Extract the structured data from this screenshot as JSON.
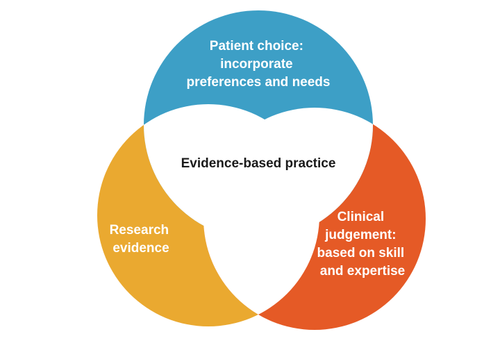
{
  "diagram": {
    "center_label": "Evidence-based practice",
    "circles": [
      {
        "id": "patient-choice",
        "lines": [
          "Patient choice:",
          "incorporate",
          "preferences and needs"
        ],
        "color": "#3d9fc6"
      },
      {
        "id": "research-evidence",
        "lines": [
          "Research",
          "evidence"
        ],
        "color": "#eaa930"
      },
      {
        "id": "clinical-judgement",
        "lines": [
          "Clinical",
          "judgement:",
          "based on skill",
          "and expertise"
        ],
        "color": "#e55a26"
      }
    ],
    "center_color": "#ffffff"
  }
}
